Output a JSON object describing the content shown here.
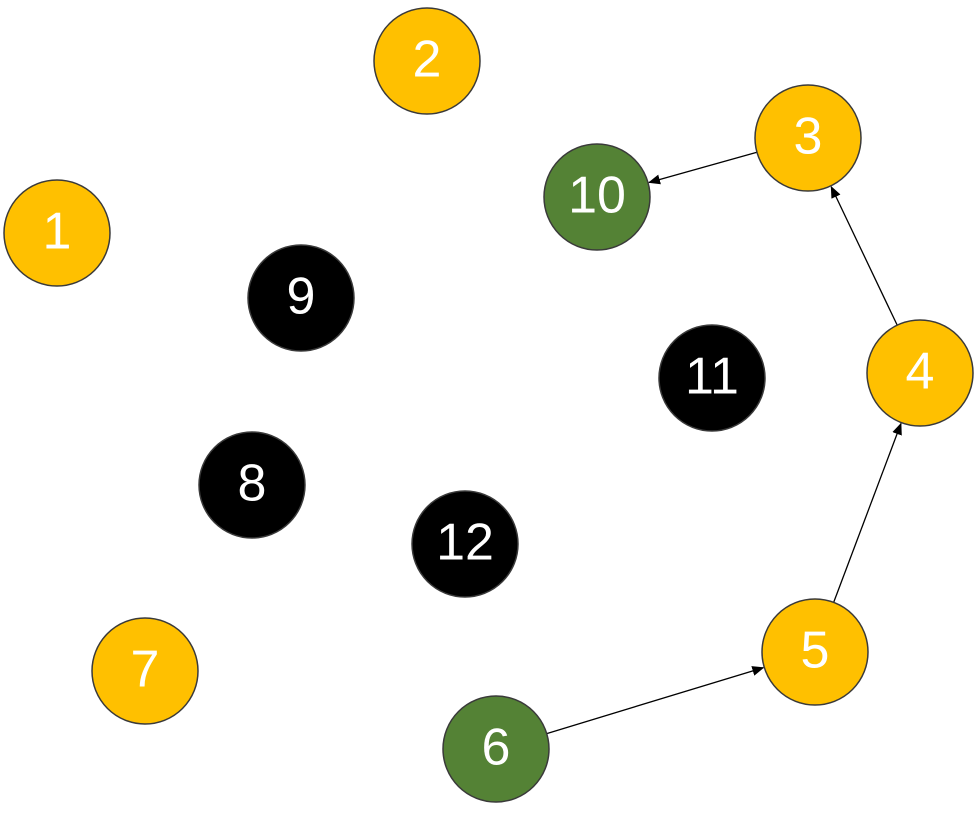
{
  "colors": {
    "yellow": "#FFC000",
    "green": "#548235",
    "black": "#000000",
    "node_outline": "#3a3a3a",
    "edge": "#000000",
    "label": "#ffffff"
  },
  "nodes": [
    {
      "id": "1",
      "label": "1",
      "fill": "yellow"
    },
    {
      "id": "2",
      "label": "2",
      "fill": "yellow"
    },
    {
      "id": "3",
      "label": "3",
      "fill": "yellow"
    },
    {
      "id": "4",
      "label": "4",
      "fill": "yellow"
    },
    {
      "id": "5",
      "label": "5",
      "fill": "yellow"
    },
    {
      "id": "6",
      "label": "6",
      "fill": "green"
    },
    {
      "id": "7",
      "label": "7",
      "fill": "yellow"
    },
    {
      "id": "8",
      "label": "8",
      "fill": "black"
    },
    {
      "id": "9",
      "label": "9",
      "fill": "black"
    },
    {
      "id": "10",
      "label": "10",
      "fill": "green"
    },
    {
      "id": "11",
      "label": "11",
      "fill": "black"
    },
    {
      "id": "12",
      "label": "12",
      "fill": "black"
    }
  ],
  "edges": [
    {
      "from": "6",
      "to": "5"
    },
    {
      "from": "5",
      "to": "4"
    },
    {
      "from": "4",
      "to": "3"
    },
    {
      "from": "3",
      "to": "10"
    }
  ]
}
